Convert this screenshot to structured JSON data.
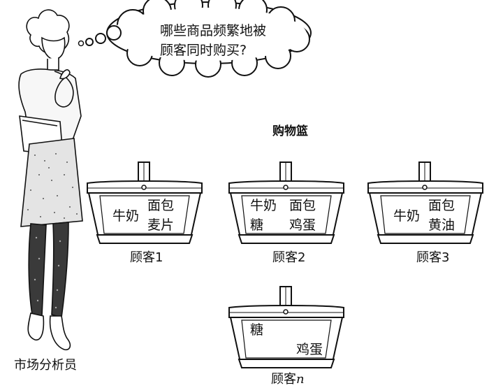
{
  "thought": {
    "line1": "哪些商品频繁地被",
    "line2": "顾客同时购买?"
  },
  "title": "购物篮",
  "analyst_label": "市场分析员",
  "baskets": [
    {
      "items": [
        "牛奶",
        "面包",
        "麦片"
      ],
      "caption": "顾客1"
    },
    {
      "items": [
        "牛奶",
        "面包",
        "糖",
        "鸡蛋"
      ],
      "caption": "顾客2"
    },
    {
      "items": [
        "牛奶",
        "面包",
        "黄油"
      ],
      "caption": "顾客3"
    },
    {
      "items": [
        "糖",
        "鸡蛋"
      ],
      "caption": "顾客",
      "caption_suffix": "n"
    }
  ],
  "colors": {
    "ink": "#111111",
    "paper": "#ffffff"
  }
}
